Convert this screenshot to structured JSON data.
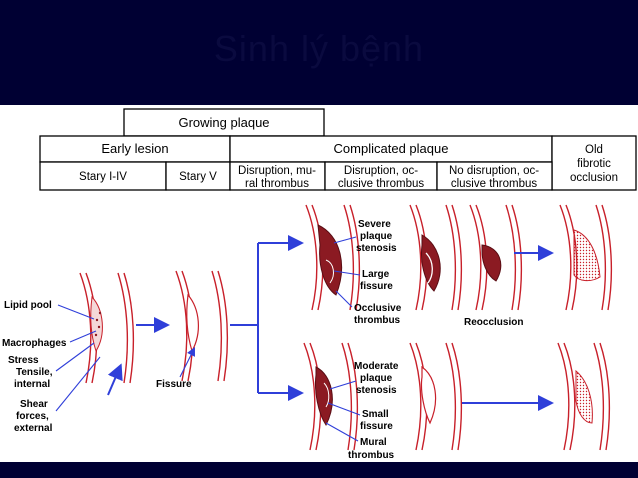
{
  "slide": {
    "title": "Sinh lý bệnh"
  },
  "table": {
    "top_header": "Growing plaque",
    "early_lesion": "Early lesion",
    "complicated_plaque": "Complicated plaque",
    "old_line1": "Old",
    "old_line2": "fibrotic",
    "old_line3": "occlusion",
    "stary_1_4": "Stary I-IV",
    "stary_5": "Stary V",
    "col1_line1": "Disruption, mu-",
    "col1_line2": "ral thrombus",
    "col2_line1": "Disruption, oc-",
    "col2_line2": "clusive thrombus",
    "col3_line1": "No disruption, oc-",
    "col3_line2": "clusive thrombus"
  },
  "labels": {
    "lipid_pool": "Lipid pool",
    "macrophages": "Macrophages",
    "stress": "Stress",
    "tensile": "Tensile,",
    "internal": "internal",
    "shear": "Shear",
    "forces": "forces,",
    "external": "external",
    "fissure": "Fissure",
    "severe": "Severe",
    "plaque_top": "plaque",
    "stenosis_top": "stenosis",
    "large": "Large",
    "fissure_top": "fissure",
    "occlusive": "Occlusive",
    "thrombus_top": "thrombus",
    "reocclusion": "Reocclusion",
    "moderate": "Moderate",
    "plaque_bot": "plaque",
    "stenosis_bot": "stenosis",
    "small": "Small",
    "fissure_bot": "fissure",
    "mural": "Mural",
    "thrombus_bot": "thrombus"
  },
  "colors": {
    "slide_background": "#000033",
    "arrow": "#2f3fd9",
    "artery_wall": "#c8202a",
    "plaque": "#8b1a22"
  }
}
